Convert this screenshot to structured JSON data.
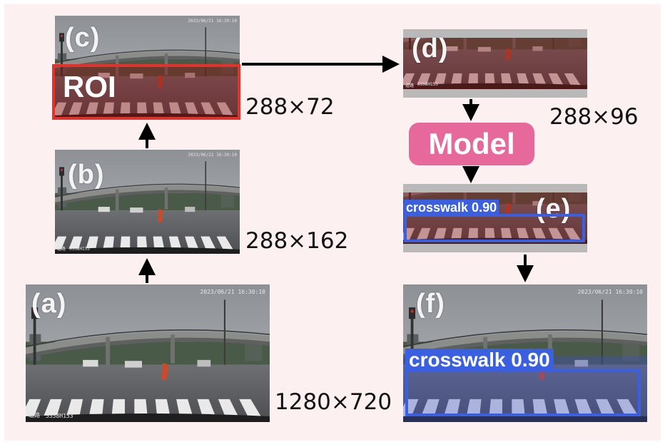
{
  "panels": {
    "a": {
      "label": "(a)",
      "size": "1280×720",
      "timestamp": "2023/06/21 16:30:10",
      "plate": "5558H153",
      "road": "道路"
    },
    "b": {
      "label": "(b)",
      "size": "288×162",
      "timestamp": "2023/06/21 16:30:10",
      "plate": "5558H153",
      "road": "道路"
    },
    "c": {
      "label": "(c)",
      "size": "288×72",
      "timestamp": "2023/06/21 16:30:10",
      "roi": "ROI"
    },
    "d": {
      "label": "(d)",
      "size": "288×96",
      "plate": "5558H153",
      "road": "道路"
    },
    "e": {
      "label": "(e)",
      "detection": "crosswalk 0.90"
    },
    "f": {
      "label": "(f)",
      "detection": "crosswalk 0.90",
      "timestamp": "2023/06/21 16:30:10"
    }
  },
  "model": {
    "label": "Model"
  },
  "colors": {
    "background": "#fdf0f0",
    "roi": "#e2322b",
    "model": "#e7699b",
    "detection": "#3a5fe0",
    "arrow": "#000000"
  }
}
